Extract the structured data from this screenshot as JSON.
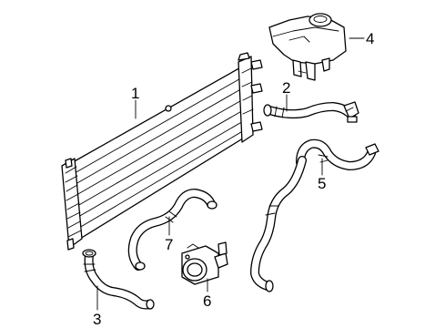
{
  "callouts": [
    {
      "number": "1",
      "part": "radiator"
    },
    {
      "number": "2",
      "part": "upper-hose"
    },
    {
      "number": "3",
      "part": "lower-hose"
    },
    {
      "number": "4",
      "part": "reservoir"
    },
    {
      "number": "5",
      "part": "heater-hose"
    },
    {
      "number": "6",
      "part": "water-pump"
    },
    {
      "number": "7",
      "part": "bypass-hose"
    }
  ]
}
